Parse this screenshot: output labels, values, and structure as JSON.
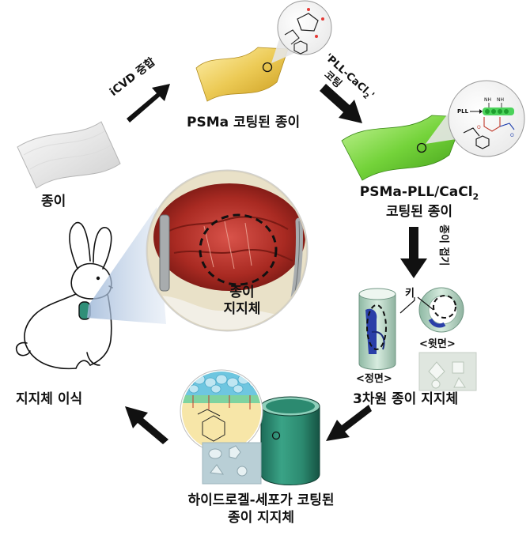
{
  "labels": {
    "paper": "종이",
    "icvd": "iCVD 중합",
    "psma": "PSMa 코팅된 종이",
    "pll_top": "'PLL-CaCl",
    "pll_sub": "2",
    "pll_close": "'",
    "pll_bottom": "코팅",
    "psma_pll_main": "PSMa-PLL/CaCl",
    "psma_pll_sub": "2",
    "psma_pll_line2": "코팅된 종이",
    "fold": "종이 접기",
    "key": "키",
    "top_view": "<윗면>",
    "front_view": "<정면>",
    "scaffold3d": "3차원 종이 지지체",
    "hydrogel_line1": "하이드로겔-세포가 코팅된",
    "hydrogel_line2": "종이 지지체",
    "transplant": "지지체 이식",
    "photo_line1": "종이",
    "photo_line2": "지지체"
  },
  "chem": {
    "pll": "PLL",
    "nh2a": "NH",
    "nh2b": "NH",
    "o1": "O",
    "o2": "O"
  },
  "colors": {
    "arrow": "#111111",
    "psma_paper": "#e8c85a",
    "pll_paper": "#6fd23a",
    "scaffold": "#2f8f78",
    "tissue": "#c0392b",
    "blue_fold": "#2a3fa8"
  },
  "icons": [
    "rabbit-illustration",
    "paper-sheet",
    "molecule-bubble",
    "cylinder-scaffold",
    "surgery-photo"
  ]
}
